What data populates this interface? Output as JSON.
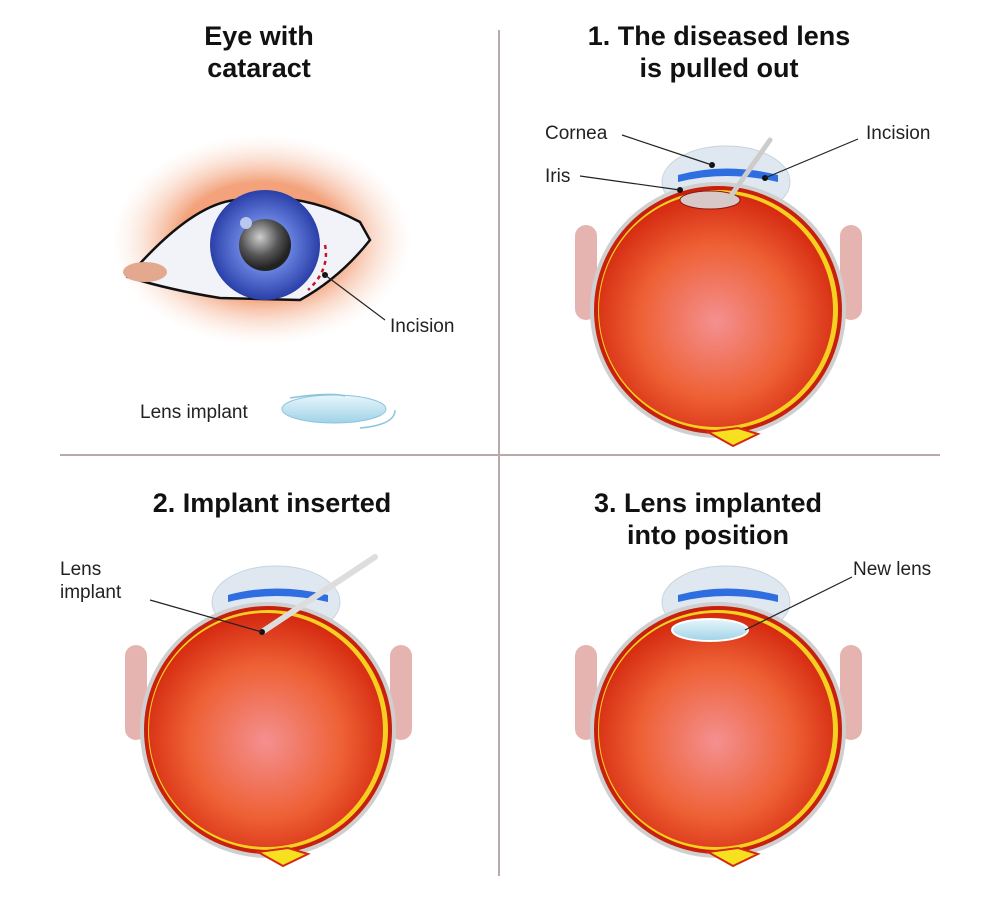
{
  "panels": [
    {
      "title_lines": [
        "Eye with",
        "cataract"
      ],
      "labels": {
        "incision": "Incision",
        "lens_implant": "Lens implant"
      }
    },
    {
      "title_lines": [
        "1. The diseased lens",
        "is pulled out"
      ],
      "labels": {
        "cornea": "Cornea",
        "iris": "Iris",
        "incision": "Incision"
      }
    },
    {
      "title_lines": [
        "2. Implant inserted"
      ],
      "labels": {
        "lens_implant_lines": [
          "Lens",
          "implant"
        ]
      }
    },
    {
      "title_lines": [
        "3. Lens implanted",
        "into position"
      ],
      "labels": {
        "new_lens": "New lens"
      }
    }
  ],
  "colors": {
    "iris": "#3a56c8",
    "eyeball": "#e8452a",
    "skin": "#f4a882",
    "divider": "#b8aaa8"
  }
}
